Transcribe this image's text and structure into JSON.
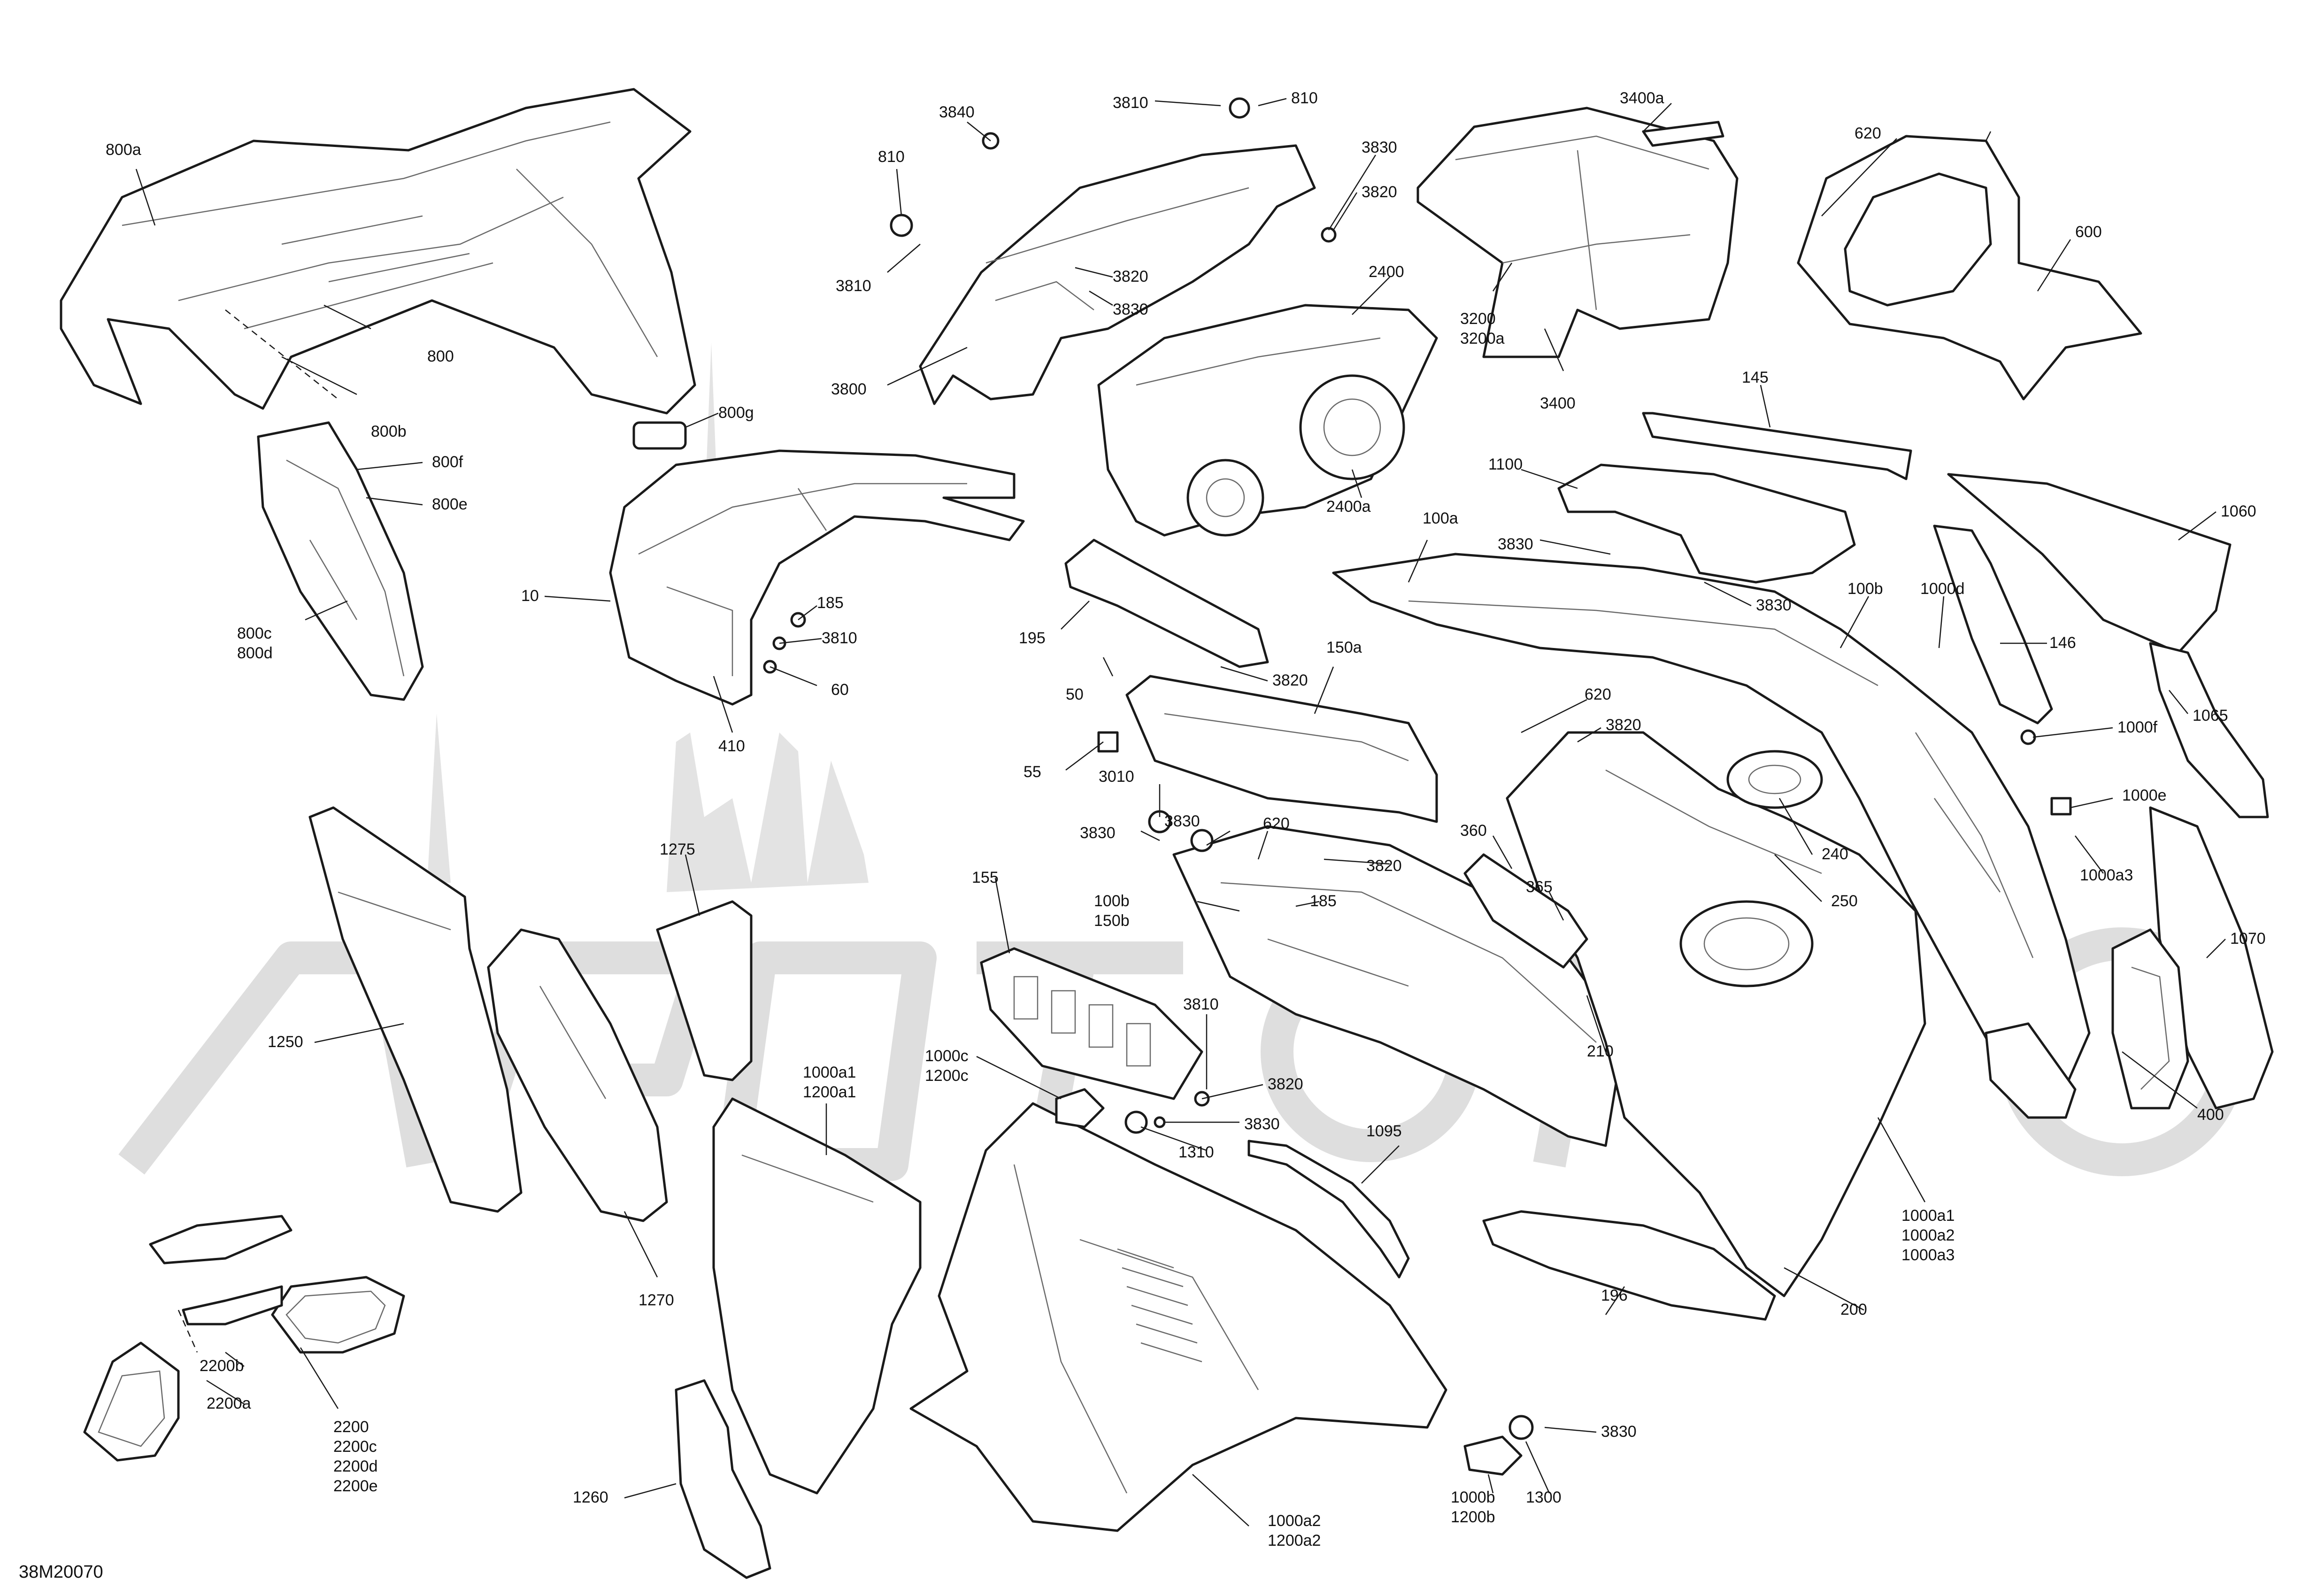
{
  "diagram_id": "38M20070",
  "callouts": [
    {
      "id": "c800a",
      "lines": [
        "800a"
      ]
    },
    {
      "id": "c800",
      "lines": [
        "800"
      ]
    },
    {
      "id": "c800b",
      "lines": [
        "800b"
      ]
    },
    {
      "id": "c800g",
      "lines": [
        "800g"
      ]
    },
    {
      "id": "c800f",
      "lines": [
        "800f"
      ]
    },
    {
      "id": "c800e",
      "lines": [
        "800e"
      ]
    },
    {
      "id": "c800cd",
      "lines": [
        "800c",
        "800d"
      ]
    },
    {
      "id": "c3840",
      "lines": [
        "3840"
      ]
    },
    {
      "id": "c3810a",
      "lines": [
        "3810"
      ]
    },
    {
      "id": "c810a",
      "lines": [
        "810"
      ]
    },
    {
      "id": "c810b",
      "lines": [
        "810"
      ]
    },
    {
      "id": "c3810b",
      "lines": [
        "3810"
      ]
    },
    {
      "id": "c3830a",
      "lines": [
        "3830"
      ]
    },
    {
      "id": "c3820a",
      "lines": [
        "3820"
      ]
    },
    {
      "id": "c3820b",
      "lines": [
        "3820"
      ]
    },
    {
      "id": "c3830b",
      "lines": [
        "3830"
      ]
    },
    {
      "id": "c3800",
      "lines": [
        "3800"
      ]
    },
    {
      "id": "c2400",
      "lines": [
        "2400"
      ]
    },
    {
      "id": "c2400a",
      "lines": [
        "2400a"
      ]
    },
    {
      "id": "c3400a",
      "lines": [
        "3400a"
      ]
    },
    {
      "id": "c3200",
      "lines": [
        "3200",
        "3200a"
      ]
    },
    {
      "id": "c3400",
      "lines": [
        "3400"
      ]
    },
    {
      "id": "c620a",
      "lines": [
        "620"
      ]
    },
    {
      "id": "c600",
      "lines": [
        "600"
      ]
    },
    {
      "id": "c145",
      "lines": [
        "145"
      ]
    },
    {
      "id": "c1100",
      "lines": [
        "1100"
      ]
    },
    {
      "id": "c10",
      "lines": [
        "10"
      ]
    },
    {
      "id": "c185a",
      "lines": [
        "185"
      ]
    },
    {
      "id": "c3810c",
      "lines": [
        "3810"
      ]
    },
    {
      "id": "c60",
      "lines": [
        "60"
      ]
    },
    {
      "id": "c410",
      "lines": [
        "410"
      ]
    },
    {
      "id": "c195",
      "lines": [
        "195"
      ]
    },
    {
      "id": "c100a",
      "lines": [
        "100a"
      ]
    },
    {
      "id": "c3830c",
      "lines": [
        "3830"
      ]
    },
    {
      "id": "c3830d",
      "lines": [
        "3830"
      ]
    },
    {
      "id": "c1060",
      "lines": [
        "1060"
      ]
    },
    {
      "id": "c100b",
      "lines": [
        "100b"
      ]
    },
    {
      "id": "c1000d",
      "lines": [
        "1000d"
      ]
    },
    {
      "id": "c146",
      "lines": [
        "146"
      ]
    },
    {
      "id": "c50",
      "lines": [
        "50"
      ]
    },
    {
      "id": "c3820c",
      "lines": [
        "3820"
      ]
    },
    {
      "id": "c150a",
      "lines": [
        "150a"
      ]
    },
    {
      "id": "c620b",
      "lines": [
        "620"
      ]
    },
    {
      "id": "c3820d",
      "lines": [
        "3820"
      ]
    },
    {
      "id": "c1000f",
      "lines": [
        "1000f"
      ]
    },
    {
      "id": "c1065",
      "lines": [
        "1065"
      ]
    },
    {
      "id": "c55",
      "lines": [
        "55"
      ]
    },
    {
      "id": "c3010",
      "lines": [
        "3010"
      ]
    },
    {
      "id": "c1000e",
      "lines": [
        "1000e"
      ]
    },
    {
      "id": "c3830e",
      "lines": [
        "3830"
      ]
    },
    {
      "id": "c3830f",
      "lines": [
        "3830"
      ]
    },
    {
      "id": "c620c",
      "lines": [
        "620"
      ]
    },
    {
      "id": "c3820e",
      "lines": [
        "3820"
      ]
    },
    {
      "id": "c360",
      "lines": [
        "360"
      ]
    },
    {
      "id": "c240",
      "lines": [
        "240"
      ]
    },
    {
      "id": "c1000a3",
      "lines": [
        "1000a3"
      ]
    },
    {
      "id": "c1275",
      "lines": [
        "1275"
      ]
    },
    {
      "id": "c185b",
      "lines": [
        "185"
      ]
    },
    {
      "id": "c365",
      "lines": [
        "365"
      ]
    },
    {
      "id": "c250",
      "lines": [
        "250"
      ]
    },
    {
      "id": "c155",
      "lines": [
        "155"
      ]
    },
    {
      "id": "c100b150b",
      "lines": [
        "100b",
        "150b"
      ]
    },
    {
      "id": "c1070",
      "lines": [
        "1070"
      ]
    },
    {
      "id": "c1250",
      "lines": [
        "1250"
      ]
    },
    {
      "id": "c3810d",
      "lines": [
        "3810"
      ]
    },
    {
      "id": "c1000a1",
      "lines": [
        "1000a1",
        "1200a1"
      ]
    },
    {
      "id": "c1000c",
      "lines": [
        "1000c",
        "1200c"
      ]
    },
    {
      "id": "c3820f",
      "lines": [
        "3820"
      ]
    },
    {
      "id": "c210",
      "lines": [
        "210"
      ]
    },
    {
      "id": "c3830g",
      "lines": [
        "3830"
      ]
    },
    {
      "id": "c1310",
      "lines": [
        "1310"
      ]
    },
    {
      "id": "c1095",
      "lines": [
        "1095"
      ]
    },
    {
      "id": "c1000a123",
      "lines": [
        "1000a1",
        "1000a2",
        "1000a3"
      ]
    },
    {
      "id": "c400",
      "lines": [
        "400"
      ]
    },
    {
      "id": "c1270",
      "lines": [
        "1270"
      ]
    },
    {
      "id": "c196",
      "lines": [
        "196"
      ]
    },
    {
      "id": "c200",
      "lines": [
        "200"
      ]
    },
    {
      "id": "c2200b",
      "lines": [
        "2200b"
      ]
    },
    {
      "id": "c2200a",
      "lines": [
        "2200a"
      ]
    },
    {
      "id": "c2200",
      "lines": [
        "2200",
        "2200c",
        "2200d",
        "2200e"
      ]
    },
    {
      "id": "c3830h",
      "lines": [
        "3830"
      ]
    },
    {
      "id": "c1260",
      "lines": [
        "1260"
      ]
    },
    {
      "id": "c1300",
      "lines": [
        "1300"
      ]
    },
    {
      "id": "c1000b",
      "lines": [
        "1000b",
        "1200b"
      ]
    },
    {
      "id": "c1000a2",
      "lines": [
        "1000a2",
        "1200a2"
      ]
    }
  ]
}
